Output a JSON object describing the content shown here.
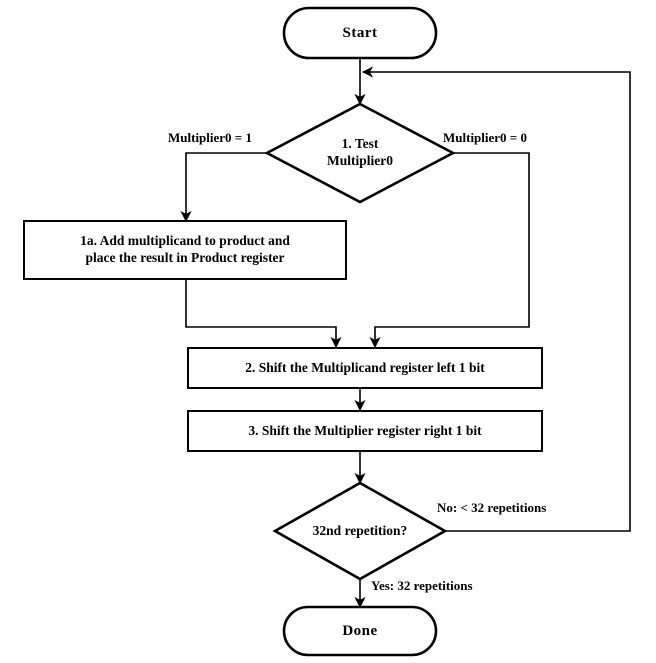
{
  "diagram": {
    "title": "Multiplication Algorithm Flowchart",
    "stroke_color": "#000000",
    "fill_color": "#ffffff",
    "background": "#ffffff"
  },
  "nodes": {
    "start": {
      "label": "Start",
      "shape": "terminator"
    },
    "test_multiplier": {
      "label": "1. Test\nMultiplier0",
      "shape": "decision"
    },
    "add_multiplicand": {
      "label": "1a. Add multiplicand to product and\nplace the result in Product register",
      "shape": "process"
    },
    "shift_multiplicand": {
      "label": "2. Shift the Multiplicand register left 1 bit",
      "shape": "process"
    },
    "shift_multiplier": {
      "label": "3. Shift the Multiplier register right 1 bit",
      "shape": "process"
    },
    "repetition_check": {
      "label": "32nd repetition?",
      "shape": "decision"
    },
    "done": {
      "label": "Done",
      "shape": "terminator"
    }
  },
  "edge_labels": {
    "multiplier_is_one": "Multiplier0 = 1",
    "multiplier_is_zero": "Multiplier0 = 0",
    "no_branch": "No:  < 32 repetitions",
    "yes_branch": "Yes:  32 repetitions"
  }
}
